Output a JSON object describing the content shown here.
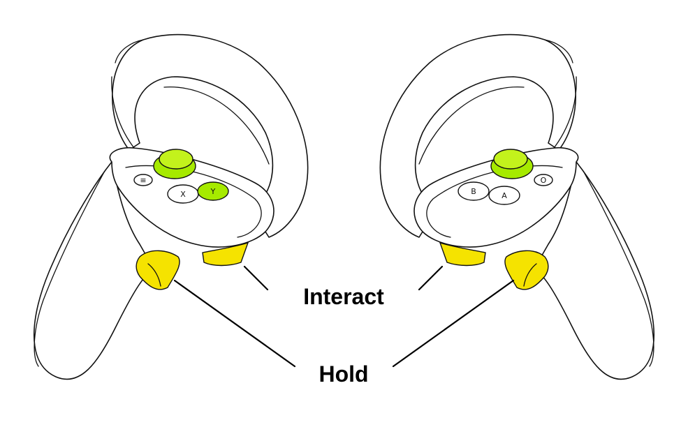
{
  "labels": {
    "interact": "Interact",
    "hold": "Hold"
  },
  "left_controller": {
    "buttons": {
      "menu": "≡",
      "x": "X",
      "y": "Y"
    }
  },
  "right_controller": {
    "buttons": {
      "b": "B",
      "a": "A",
      "oculus": "O"
    }
  },
  "colors": {
    "trigger_yellow": "#f5e300",
    "highlight_green": "#a6ea00",
    "outline": "#111111",
    "background": "#ffffff"
  }
}
